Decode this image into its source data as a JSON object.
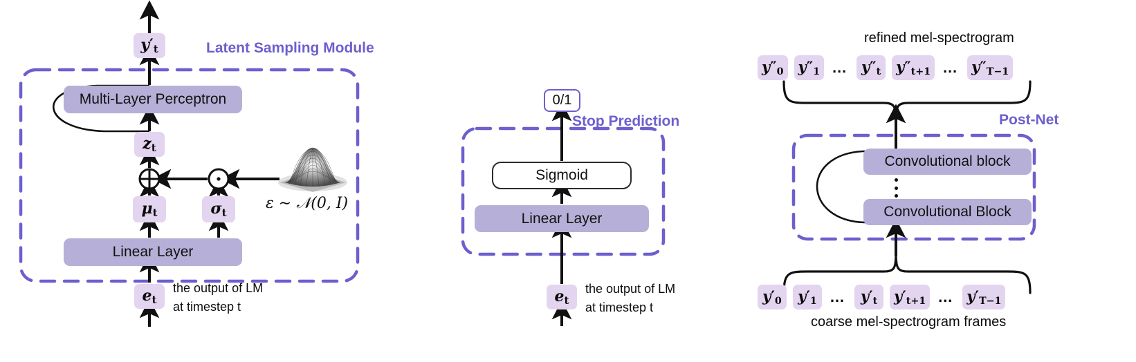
{
  "figure": {
    "title": "Neural TTS module diagram",
    "background": "#ffffff",
    "accent_purple": "#6c5fce",
    "chip_fill": "#e3d4ef",
    "block_fill": "#b6b0d8",
    "stroke": "#1a1a1a"
  },
  "panels": {
    "latent": {
      "module_label": "Latent Sampling Module",
      "output_chip": "y",
      "output_chip_prime": "′",
      "output_chip_sub": "t",
      "mlp_label": "Multi-Layer Perceptron",
      "z_chip": "z",
      "z_chip_sub": "t",
      "add_op": "⊕",
      "mul_op": "⊙",
      "mu_chip": "μ",
      "mu_chip_sub": "t",
      "sigma_chip": "σ",
      "sigma_chip_sub": "t",
      "noise_formula": "ε ∼ 𝒩(0, I)",
      "noise_icon": "gaussian-surface-icon",
      "linear_label": "Linear Layer",
      "input_chip": "e",
      "input_chip_sub": "t",
      "input_caption_line1": "the output of  LM",
      "input_caption_line2": "at timestep t"
    },
    "stop": {
      "module_label": "Stop Prediction",
      "output_label": "0/1",
      "sigmoid_label": "Sigmoid",
      "linear_label": "Linear Layer",
      "input_chip": "e",
      "input_chip_sub": "t",
      "input_caption_line1": "the output of  LM",
      "input_caption_line2": "at timestep t"
    },
    "postnet": {
      "module_label": "Post-Net",
      "top_caption": "refined mel-spectrogram",
      "bottom_caption": "coarse mel-spectrogram frames",
      "conv_block_top": "Convolutional block",
      "conv_block_bottom": "Convolutional Block",
      "vertical_dots": "⋮",
      "refined_frames": [
        {
          "base": "y",
          "primes": "″",
          "sub": "0",
          "is_ellipsis": false
        },
        {
          "base": "y",
          "primes": "″",
          "sub": "1",
          "is_ellipsis": false
        },
        {
          "base": "…",
          "primes": "",
          "sub": "",
          "is_ellipsis": true
        },
        {
          "base": "y",
          "primes": "″",
          "sub": "t",
          "is_ellipsis": false
        },
        {
          "base": "y",
          "primes": "″",
          "sub": "t+1",
          "is_ellipsis": false
        },
        {
          "base": "…",
          "primes": "",
          "sub": "",
          "is_ellipsis": true
        },
        {
          "base": "y",
          "primes": "″",
          "sub": "T−1",
          "is_ellipsis": false
        }
      ],
      "coarse_frames": [
        {
          "base": "y",
          "primes": "′",
          "sub": "0",
          "is_ellipsis": false
        },
        {
          "base": "y",
          "primes": "′",
          "sub": "1",
          "is_ellipsis": false
        },
        {
          "base": "…",
          "primes": "",
          "sub": "",
          "is_ellipsis": true
        },
        {
          "base": "y",
          "primes": "′",
          "sub": "t",
          "is_ellipsis": false
        },
        {
          "base": "y",
          "primes": "′",
          "sub": "t+1",
          "is_ellipsis": false
        },
        {
          "base": "…",
          "primes": "",
          "sub": "",
          "is_ellipsis": true
        },
        {
          "base": "y",
          "primes": "′",
          "sub": "T−1",
          "is_ellipsis": false
        }
      ]
    }
  }
}
